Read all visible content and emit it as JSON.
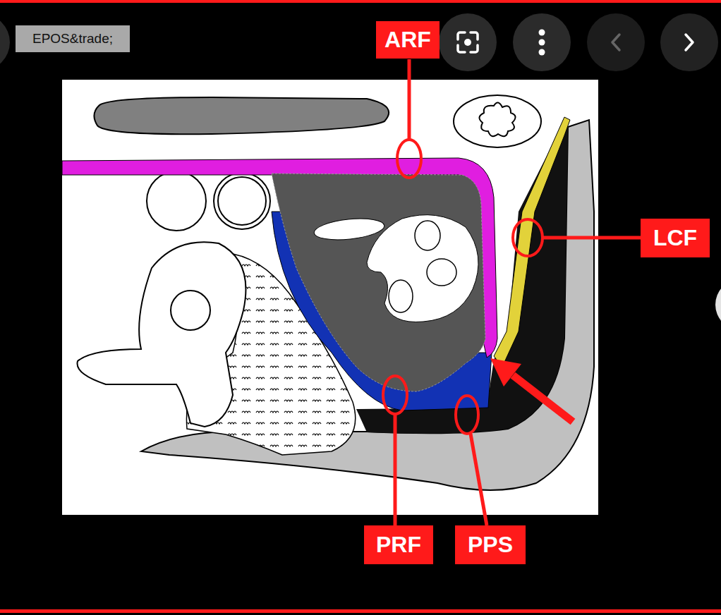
{
  "diagram": {
    "nodes": [
      {
        "text": [
          "EPOS&trade;"
        ]
      },
      {
        "text": [
          "ARF"
        ]
      },
      {
        "text": [
          "LCF"
        ]
      },
      {
        "text": [
          "PRF"
        ]
      },
      {
        "text": [
          "PPS"
        ]
      }
    ]
  }
}
